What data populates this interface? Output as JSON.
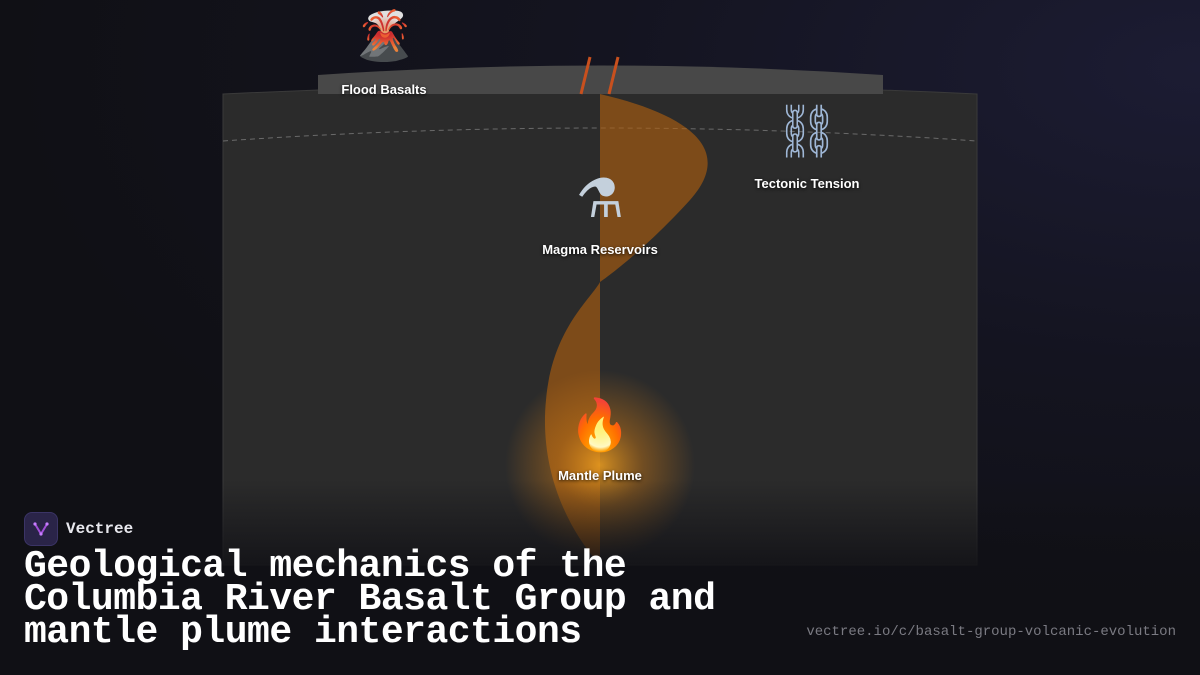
{
  "diagram": {
    "nodes": [
      {
        "id": "flood-basalts",
        "label": "Flood Basalts",
        "icon": "volcano-icon",
        "glyph": "🌋"
      },
      {
        "id": "tectonic-tension",
        "label": "Tectonic Tension",
        "icon": "chains-icon",
        "glyph": "⛓"
      },
      {
        "id": "magma-reservoirs",
        "label": "Magma Reservoirs",
        "icon": "flask-icon",
        "glyph": "⚗"
      },
      {
        "id": "mantle-plume",
        "label": "Mantle Plume",
        "icon": "fire-icon",
        "glyph": "🔥"
      }
    ],
    "colors": {
      "crust": "#2b2b2b",
      "crust_top": "#484848",
      "plume": "#a85a12",
      "fissure": "#c8501e",
      "glow": "#f0a020"
    }
  },
  "brand": {
    "name": "Vectree",
    "logo_icon": "vectree-logo-icon"
  },
  "title": "Geological mechanics of the Columbia River Basalt Group and mantle plume interactions",
  "url": "vectree.io/c/basalt-group-volcanic-evolution"
}
